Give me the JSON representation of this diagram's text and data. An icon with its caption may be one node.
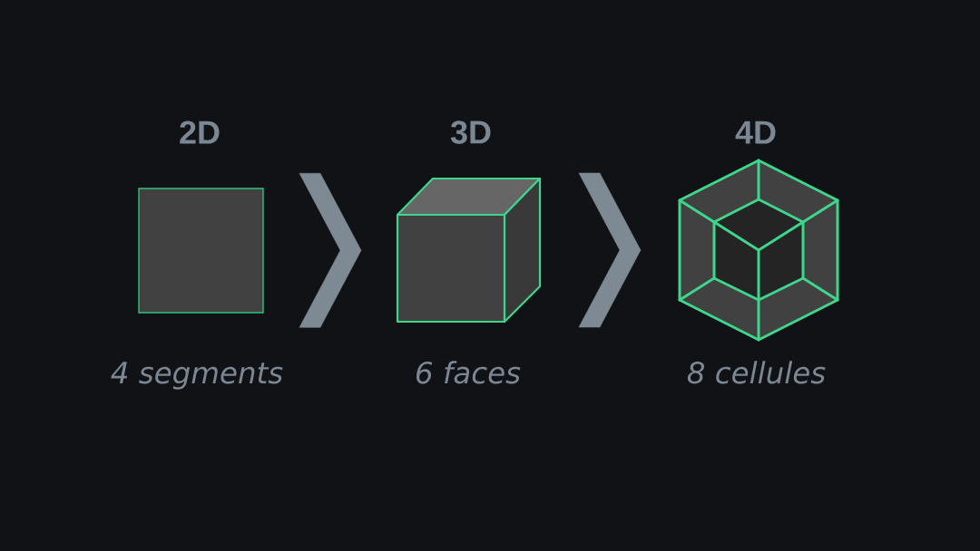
{
  "diagram": {
    "nodes": [
      {
        "text": [
          "2D"
        ],
        "beside": [
          "4 segments"
        ]
      },
      {
        "text": [
          "3D"
        ],
        "beside": [
          "6 faces"
        ]
      },
      {
        "text": [
          "4D"
        ],
        "beside": [
          "8 cellules"
        ]
      }
    ],
    "edges": [
      {
        "from": 0,
        "to": 1,
        "arrow": "to"
      },
      {
        "from": 1,
        "to": 2,
        "arrow": "to"
      }
    ]
  }
}
